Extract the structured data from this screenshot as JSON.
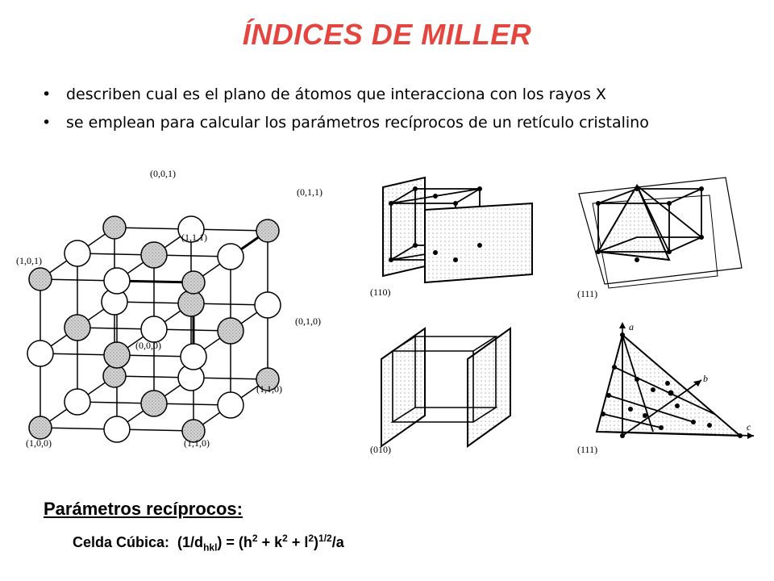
{
  "title": "ÍNDICES DE MILLER",
  "bullets": [
    "describen cual es el plano de átomos que interacciona con los rayos X",
    "se emplean para calcular los parámetros recíprocos de un retículo cristalino"
  ],
  "lattice_labels": {
    "p001": "(0,0,1)",
    "p011": "(0,1,1)",
    "p101": "(1,0,1)",
    "p111": "(1,1,1)",
    "p010": "(0,1,0)",
    "p000": "(0,0,0)",
    "p110b": "(1,1,0)",
    "p100": "(1,0,0)",
    "p110": "(1,1,0)"
  },
  "plane_labels": {
    "a": "(110)",
    "b": "(111)",
    "c": "(010)",
    "d": "(111)"
  },
  "axis_labels": {
    "a": "a",
    "b": "b",
    "c": "c"
  },
  "params": {
    "title": "Parámetros recíprocos:",
    "cell": "Celda Cúbica:",
    "formula_open": "(1/d",
    "formula_sub": "hkl",
    "formula_mid1": ") = (h",
    "sup2a": "2",
    "plus_k": " + k",
    "sup2b": "2",
    "plus_l": " + l",
    "sup2c": "2",
    "close": ")",
    "sup_half": "1/2",
    "over_a": "/a"
  },
  "colors": {
    "title": "#e4463f",
    "shade": "#bdbdbd"
  }
}
